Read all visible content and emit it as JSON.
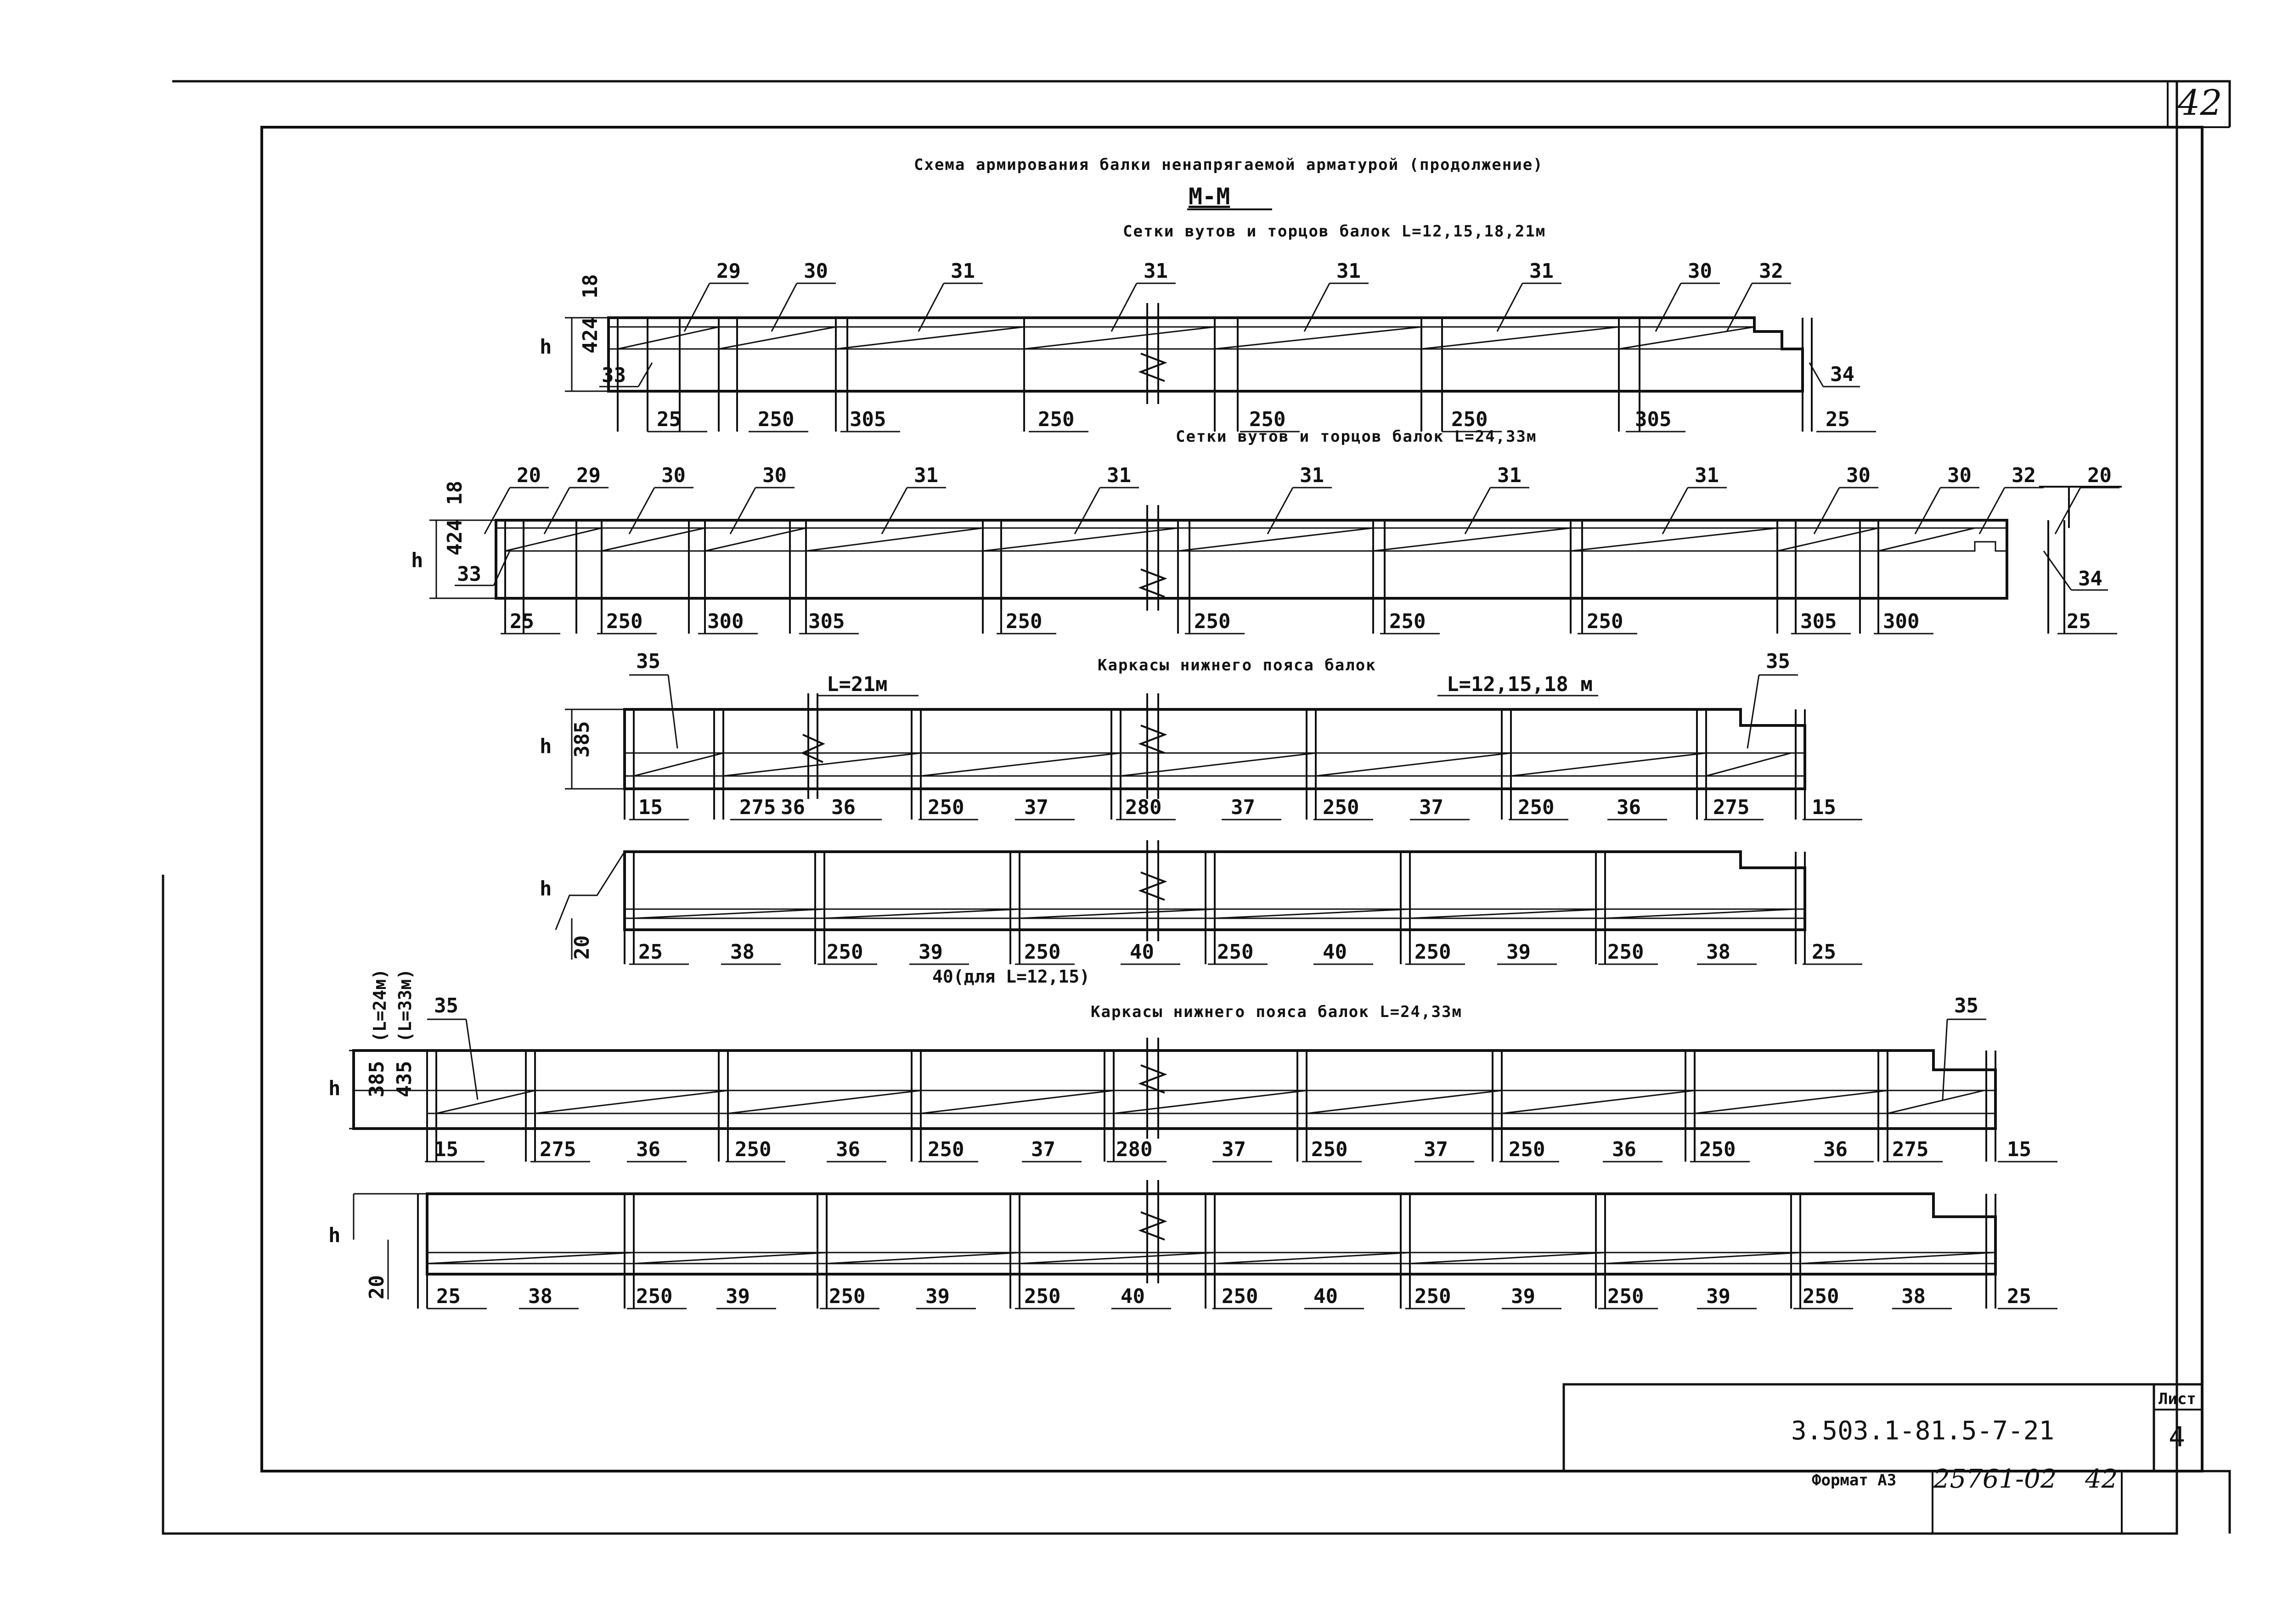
{
  "sheet_number": "42",
  "title": "Схема армирования балки ненапрягаемой арматурой (продолжение)",
  "section_label": "М-М",
  "captions": {
    "panel1": "Сетки вутов и торцов балок L=12,15,18,21м",
    "panel2": "Сетки вутов и торцов балок L=24,33м",
    "panel34": "Каркасы нижнего пояса балок",
    "panel56": "Каркасы нижнего пояса балок L=24,33м"
  },
  "notes": {
    "l21": "L=21м",
    "l121518": "L=12,15,18 м",
    "for_l1215": "40(для L=12,15)",
    "l24_tag": "(L=24м)",
    "l33_tag": "(L=33м)"
  },
  "panels": [
    {
      "id": "p1",
      "h_label": "h",
      "vdims": [
        "424",
        "18"
      ],
      "side_labels": [
        "33",
        "34"
      ],
      "top_labels": [
        "29",
        "30",
        "31",
        "31",
        "31",
        "31",
        "30",
        "32"
      ],
      "bottom_dims": [
        "25",
        "250",
        "305",
        "250",
        "250",
        "250",
        "305",
        "25"
      ]
    },
    {
      "id": "p2",
      "h_label": "h",
      "vdims": [
        "424",
        "18"
      ],
      "side_labels": [
        "33",
        "34"
      ],
      "top_labels": [
        "20",
        "29",
        "30",
        "30",
        "31",
        "31",
        "31",
        "31",
        "31",
        "30",
        "30",
        "32",
        "20"
      ],
      "bottom_dims": [
        "25",
        "250",
        "300",
        "305",
        "250",
        "250",
        "250",
        "250",
        "305",
        "300",
        "25"
      ]
    },
    {
      "id": "p3",
      "h_label": "h",
      "vdims": [
        "385"
      ],
      "top_labels": [
        "35",
        "35"
      ],
      "bottom_dims": [
        "15",
        "275",
        "36",
        "36",
        "250",
        "37",
        "280",
        "37",
        "250",
        "37",
        "250",
        "36",
        "275",
        "15"
      ]
    },
    {
      "id": "p4",
      "h_label": "h",
      "vdims": [
        "20"
      ],
      "bottom_dims": [
        "25",
        "38",
        "250",
        "39",
        "250",
        "40",
        "250",
        "40",
        "250",
        "39",
        "250",
        "38",
        "25"
      ]
    },
    {
      "id": "p5",
      "h_label": "h",
      "vdims": [
        "385",
        "435"
      ],
      "top_labels": [
        "35",
        "35"
      ],
      "bottom_dims": [
        "15",
        "275",
        "36",
        "250",
        "36",
        "250",
        "37",
        "280",
        "37",
        "250",
        "37",
        "250",
        "36",
        "250",
        "36",
        "275",
        "15"
      ]
    },
    {
      "id": "p6",
      "h_label": "h",
      "vdims": [
        "20"
      ],
      "bottom_dims": [
        "25",
        "38",
        "250",
        "39",
        "250",
        "39",
        "250",
        "40",
        "250",
        "40",
        "250",
        "39",
        "250",
        "39",
        "250",
        "38",
        "25"
      ]
    }
  ],
  "title_block": {
    "doc_code": "3.503.1-81.5-7-21",
    "sheet_label": "Лист",
    "sheet_value": "4",
    "format_label": "Формат А3",
    "archive_number": "25761-02",
    "archive_page": "42"
  }
}
